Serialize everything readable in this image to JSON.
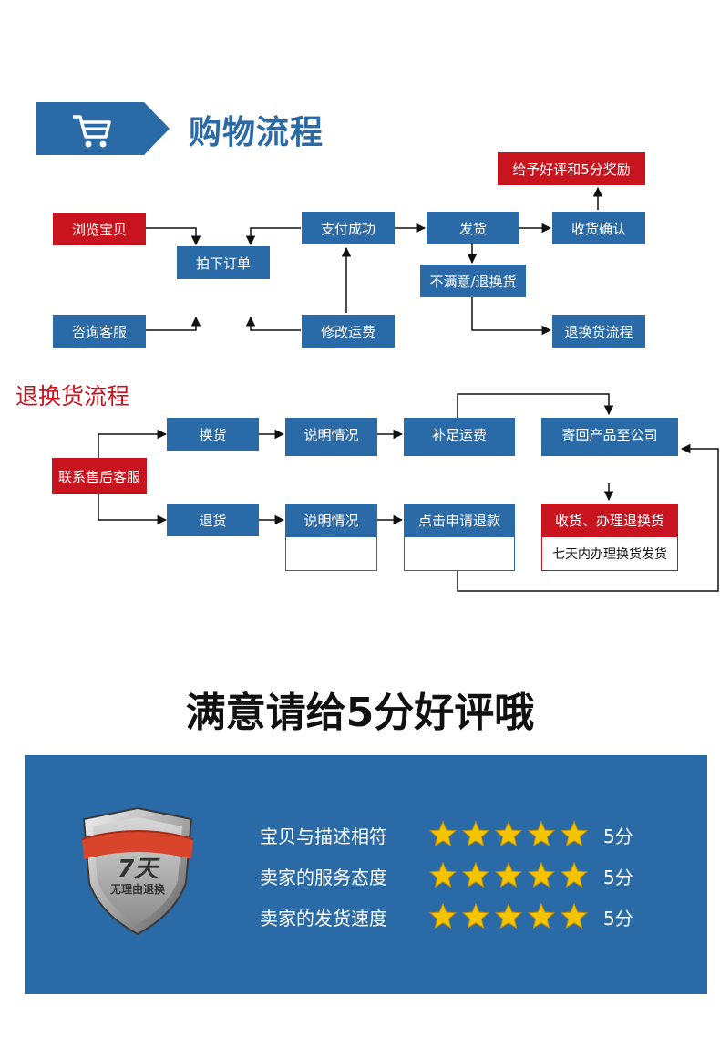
{
  "shopping": {
    "title": "购物流程",
    "nodes": {
      "browse": "浏览宝贝",
      "consult": "咨询客服",
      "order": "拍下订单",
      "pay": "支付成功",
      "modify": "修改运费",
      "ship": "发货",
      "dissatisfied": "不满意/退换货",
      "confirm": "收货确认",
      "reward": "给予好评和5分奖励",
      "return_flow": "退换货流程"
    }
  },
  "returns": {
    "title": "退换货流程",
    "nodes": {
      "contact": "联系售后客服",
      "exchange": "换货",
      "explain1": "说明情况",
      "shipping_fee": "补足运费",
      "send_back": "寄回产品至公司",
      "refund": "退货",
      "explain2": "说明情况",
      "apply_refund": "点击申请退款",
      "receive": "收货、办理退换货",
      "seven_days": "七天内办理换货发货"
    }
  },
  "rating": {
    "headline": "满意请给5分好评哦",
    "badge_big": "7天",
    "badge_small": "无理由退换",
    "rows": [
      {
        "label": "宝贝与描述相符",
        "stars": 5,
        "score": "5分"
      },
      {
        "label": "卖家的服务态度",
        "stars": 5,
        "score": "5分"
      },
      {
        "label": "卖家的发货速度",
        "stars": 5,
        "score": "5分"
      }
    ],
    "colors": {
      "panel": "#2a6aa6",
      "star": "#f5c400"
    }
  }
}
